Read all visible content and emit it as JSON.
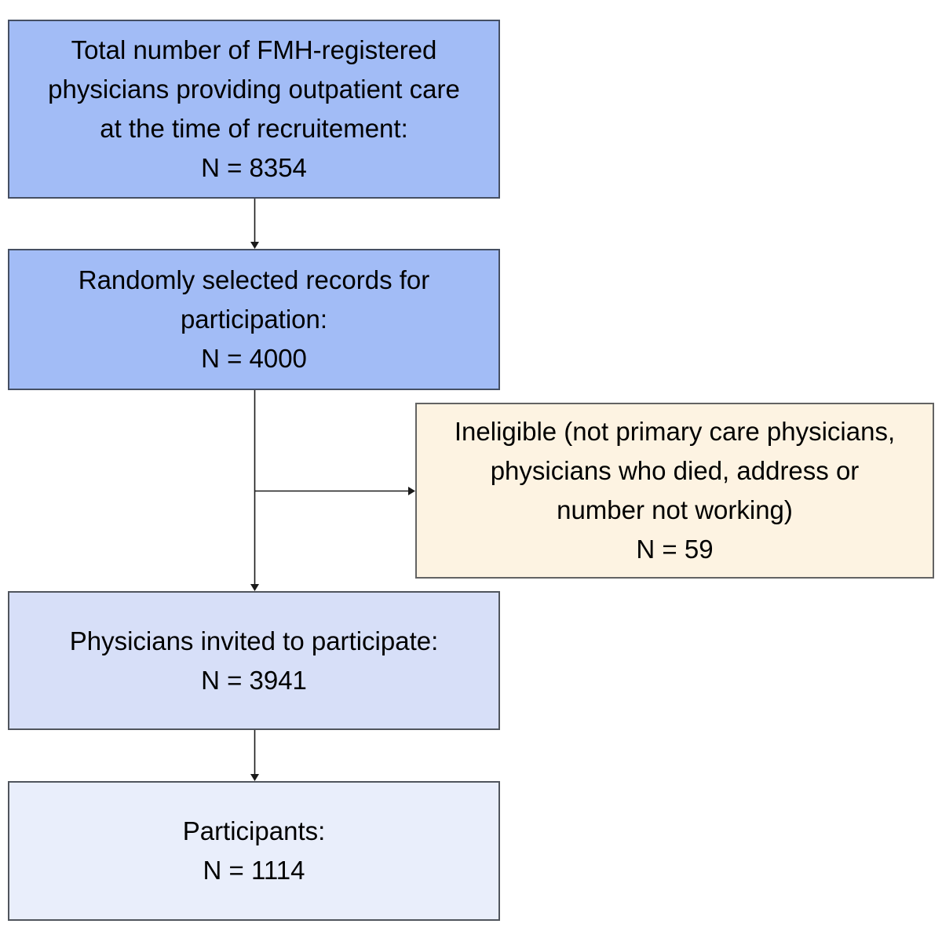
{
  "diagram": {
    "type": "flowchart",
    "boxes": {
      "total": {
        "lines": [
          "Total number of FMH-registered",
          "physicians providing outpatient care",
          "at the time of recruitement:",
          "N = 8354"
        ],
        "n_value": 8354
      },
      "selected": {
        "lines": [
          "Randomly selected records for",
          "participation:",
          "N = 4000"
        ],
        "n_value": 4000
      },
      "ineligible": {
        "lines": [
          "Ineligible (not primary care physicians,",
          "physicians who died, address or",
          "number not working)",
          "N = 59"
        ],
        "n_value": 59
      },
      "invited": {
        "lines": [
          "Physicians invited to participate:",
          "N = 3941"
        ],
        "n_value": 3941
      },
      "participants": {
        "lines": [
          "Participants:",
          "N = 1114"
        ],
        "n_value": 1114
      }
    }
  },
  "colors": {
    "primary_blue": "#A2BCF6",
    "light_blue": "#D7DFF8",
    "lighter_blue": "#E9EEFB",
    "cream": "#FDF3E2",
    "blue_border": "#454F63",
    "light_border": "#50555D",
    "cream_border": "#636363",
    "line_color": "#1A1A1A",
    "text_color": "#000000"
  }
}
